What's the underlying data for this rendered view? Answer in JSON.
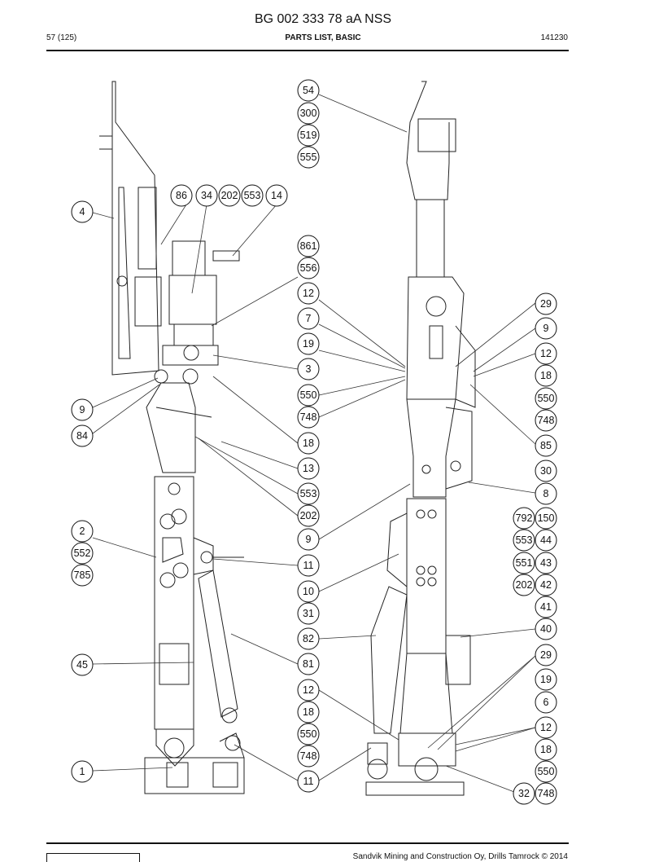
{
  "document": {
    "title": "BG 002 333 78 aA NSS",
    "page": "57 (125)",
    "section": "PARTS LIST, BASIC",
    "date_code": "141230",
    "footer_text": "Sandvik Mining and Construction Oy, Drills Tamrock © 2014"
  },
  "callouts": [
    {
      "label": "54"
    },
    {
      "label": "300"
    },
    {
      "label": "519"
    },
    {
      "label": "555"
    },
    {
      "label": "86"
    },
    {
      "label": "34"
    },
    {
      "label": "202"
    },
    {
      "label": "553"
    },
    {
      "label": "14"
    },
    {
      "label": "4"
    },
    {
      "label": "861"
    },
    {
      "label": "556"
    },
    {
      "label": "12"
    },
    {
      "label": "7"
    },
    {
      "label": "19"
    },
    {
      "label": "3"
    },
    {
      "label": "550"
    },
    {
      "label": "748"
    },
    {
      "label": "18"
    },
    {
      "label": "13"
    },
    {
      "label": "553"
    },
    {
      "label": "202"
    },
    {
      "label": "9"
    },
    {
      "label": "11"
    },
    {
      "label": "10"
    },
    {
      "label": "31"
    },
    {
      "label": "82"
    },
    {
      "label": "81"
    },
    {
      "label": "12"
    },
    {
      "label": "18"
    },
    {
      "label": "550"
    },
    {
      "label": "748"
    },
    {
      "label": "11"
    },
    {
      "label": "9"
    },
    {
      "label": "84"
    },
    {
      "label": "2"
    },
    {
      "label": "552"
    },
    {
      "label": "785"
    },
    {
      "label": "45"
    },
    {
      "label": "1"
    },
    {
      "label": "29"
    },
    {
      "label": "9"
    },
    {
      "label": "12"
    },
    {
      "label": "18"
    },
    {
      "label": "550"
    },
    {
      "label": "748"
    },
    {
      "label": "85"
    },
    {
      "label": "30"
    },
    {
      "label": "8"
    },
    {
      "label": "792"
    },
    {
      "label": "150"
    },
    {
      "label": "553"
    },
    {
      "label": "44"
    },
    {
      "label": "551"
    },
    {
      "label": "43"
    },
    {
      "label": "202"
    },
    {
      "label": "42"
    },
    {
      "label": "41"
    },
    {
      "label": "40"
    },
    {
      "label": "29"
    },
    {
      "label": "19"
    },
    {
      "label": "6"
    },
    {
      "label": "12"
    },
    {
      "label": "18"
    },
    {
      "label": "550"
    },
    {
      "label": "32"
    },
    {
      "label": "748"
    }
  ]
}
